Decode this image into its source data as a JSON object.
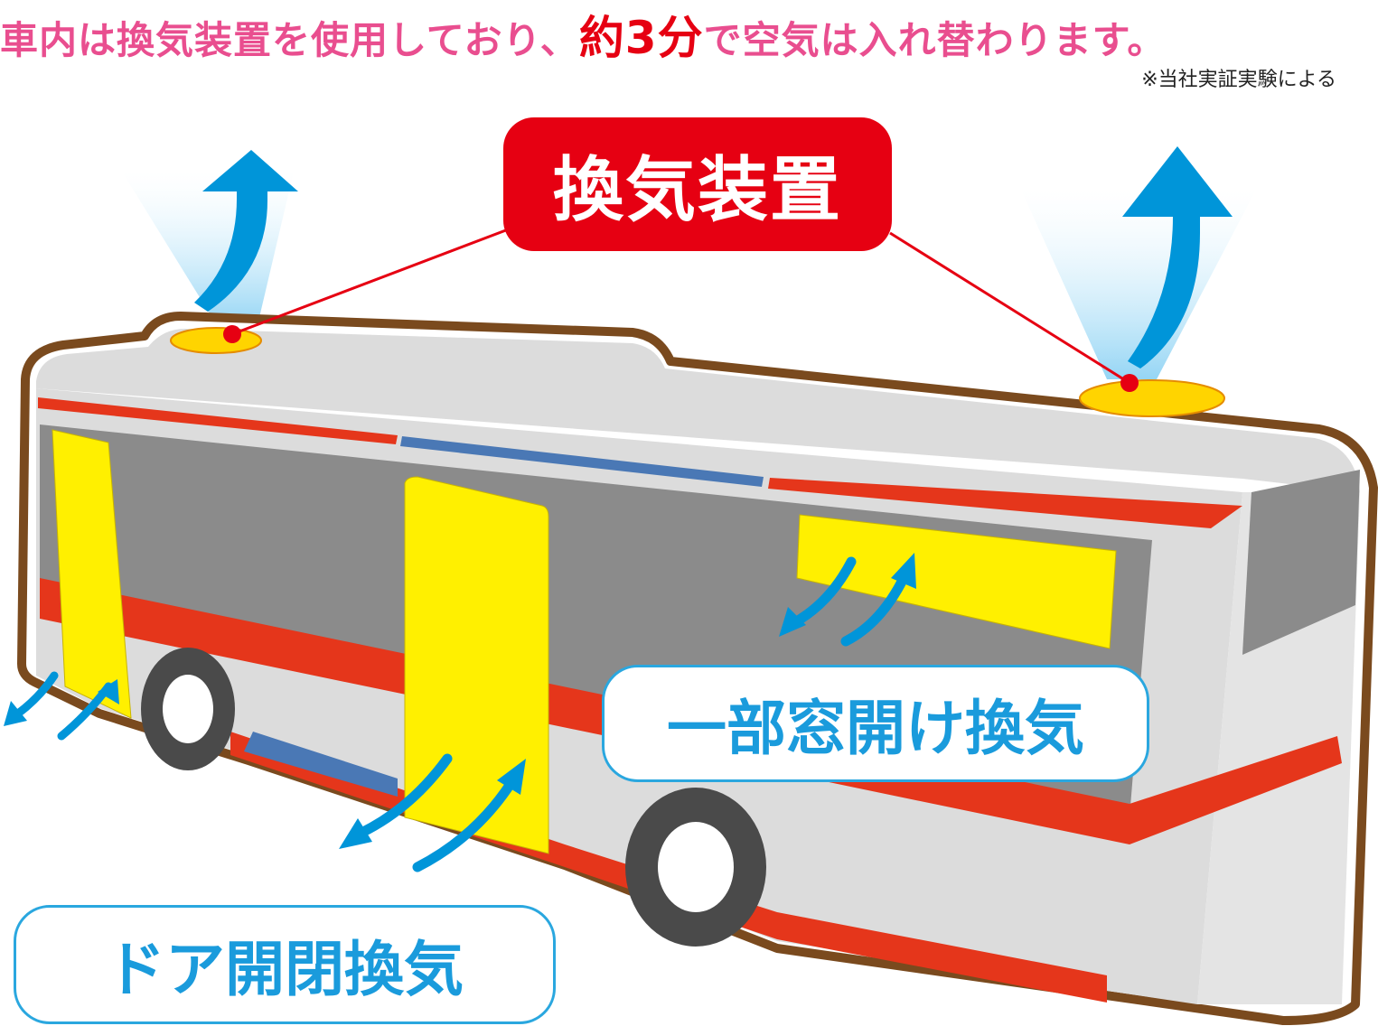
{
  "headline": {
    "text_before": "車内は換気装置を使用しており、",
    "highlight": "約3分",
    "text_after": "で空気は入れ替わります。"
  },
  "footnote": "※当社実証実験による",
  "labels": {
    "ventilation_device": "換気装置",
    "window_ventilation": "一部窓開け換気",
    "door_ventilation": "ドア開閉換気"
  },
  "colors": {
    "headline_pink": "#e94e8f",
    "accent_red": "#e60012",
    "arrow_blue": "#0095d9",
    "bus_body_gray": "#dcdcdc",
    "bus_stripe_red": "#e5361b",
    "bus_stripe_blue": "#4a78b5",
    "door_yellow": "#fff000",
    "label_border_blue": "#2aa7df"
  },
  "icons": [
    "up-arrow-icon",
    "bidirectional-arrow-icon"
  ]
}
